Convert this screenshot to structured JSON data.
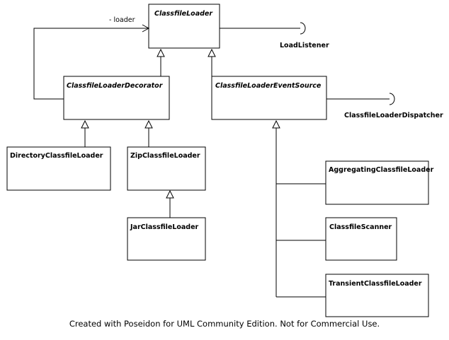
{
  "classes": {
    "classfile_loader": "ClassfileLoader",
    "classfile_loader_decorator": "ClassfileLoaderDecorator",
    "classfile_loader_event_source": "ClassfileLoaderEventSource",
    "directory_classfile_loader": "DirectoryClassfileLoader",
    "zip_classfile_loader": "ZipClassfileLoader",
    "jar_classfile_loader": "JarClassfileLoader",
    "aggregating_classfile_loader": "AggregatingClassfileLoader",
    "classfile_scanner": "ClassfileScanner",
    "transient_classfile_loader": "TransientClassfileLoader"
  },
  "interfaces": {
    "load_listener": "LoadListener",
    "classfile_loader_dispatcher": "ClassfileLoaderDispatcher"
  },
  "association": {
    "role_label": "- loader"
  },
  "footer": "Created with Poseidon for UML Community Edition. Not for Commercial Use."
}
